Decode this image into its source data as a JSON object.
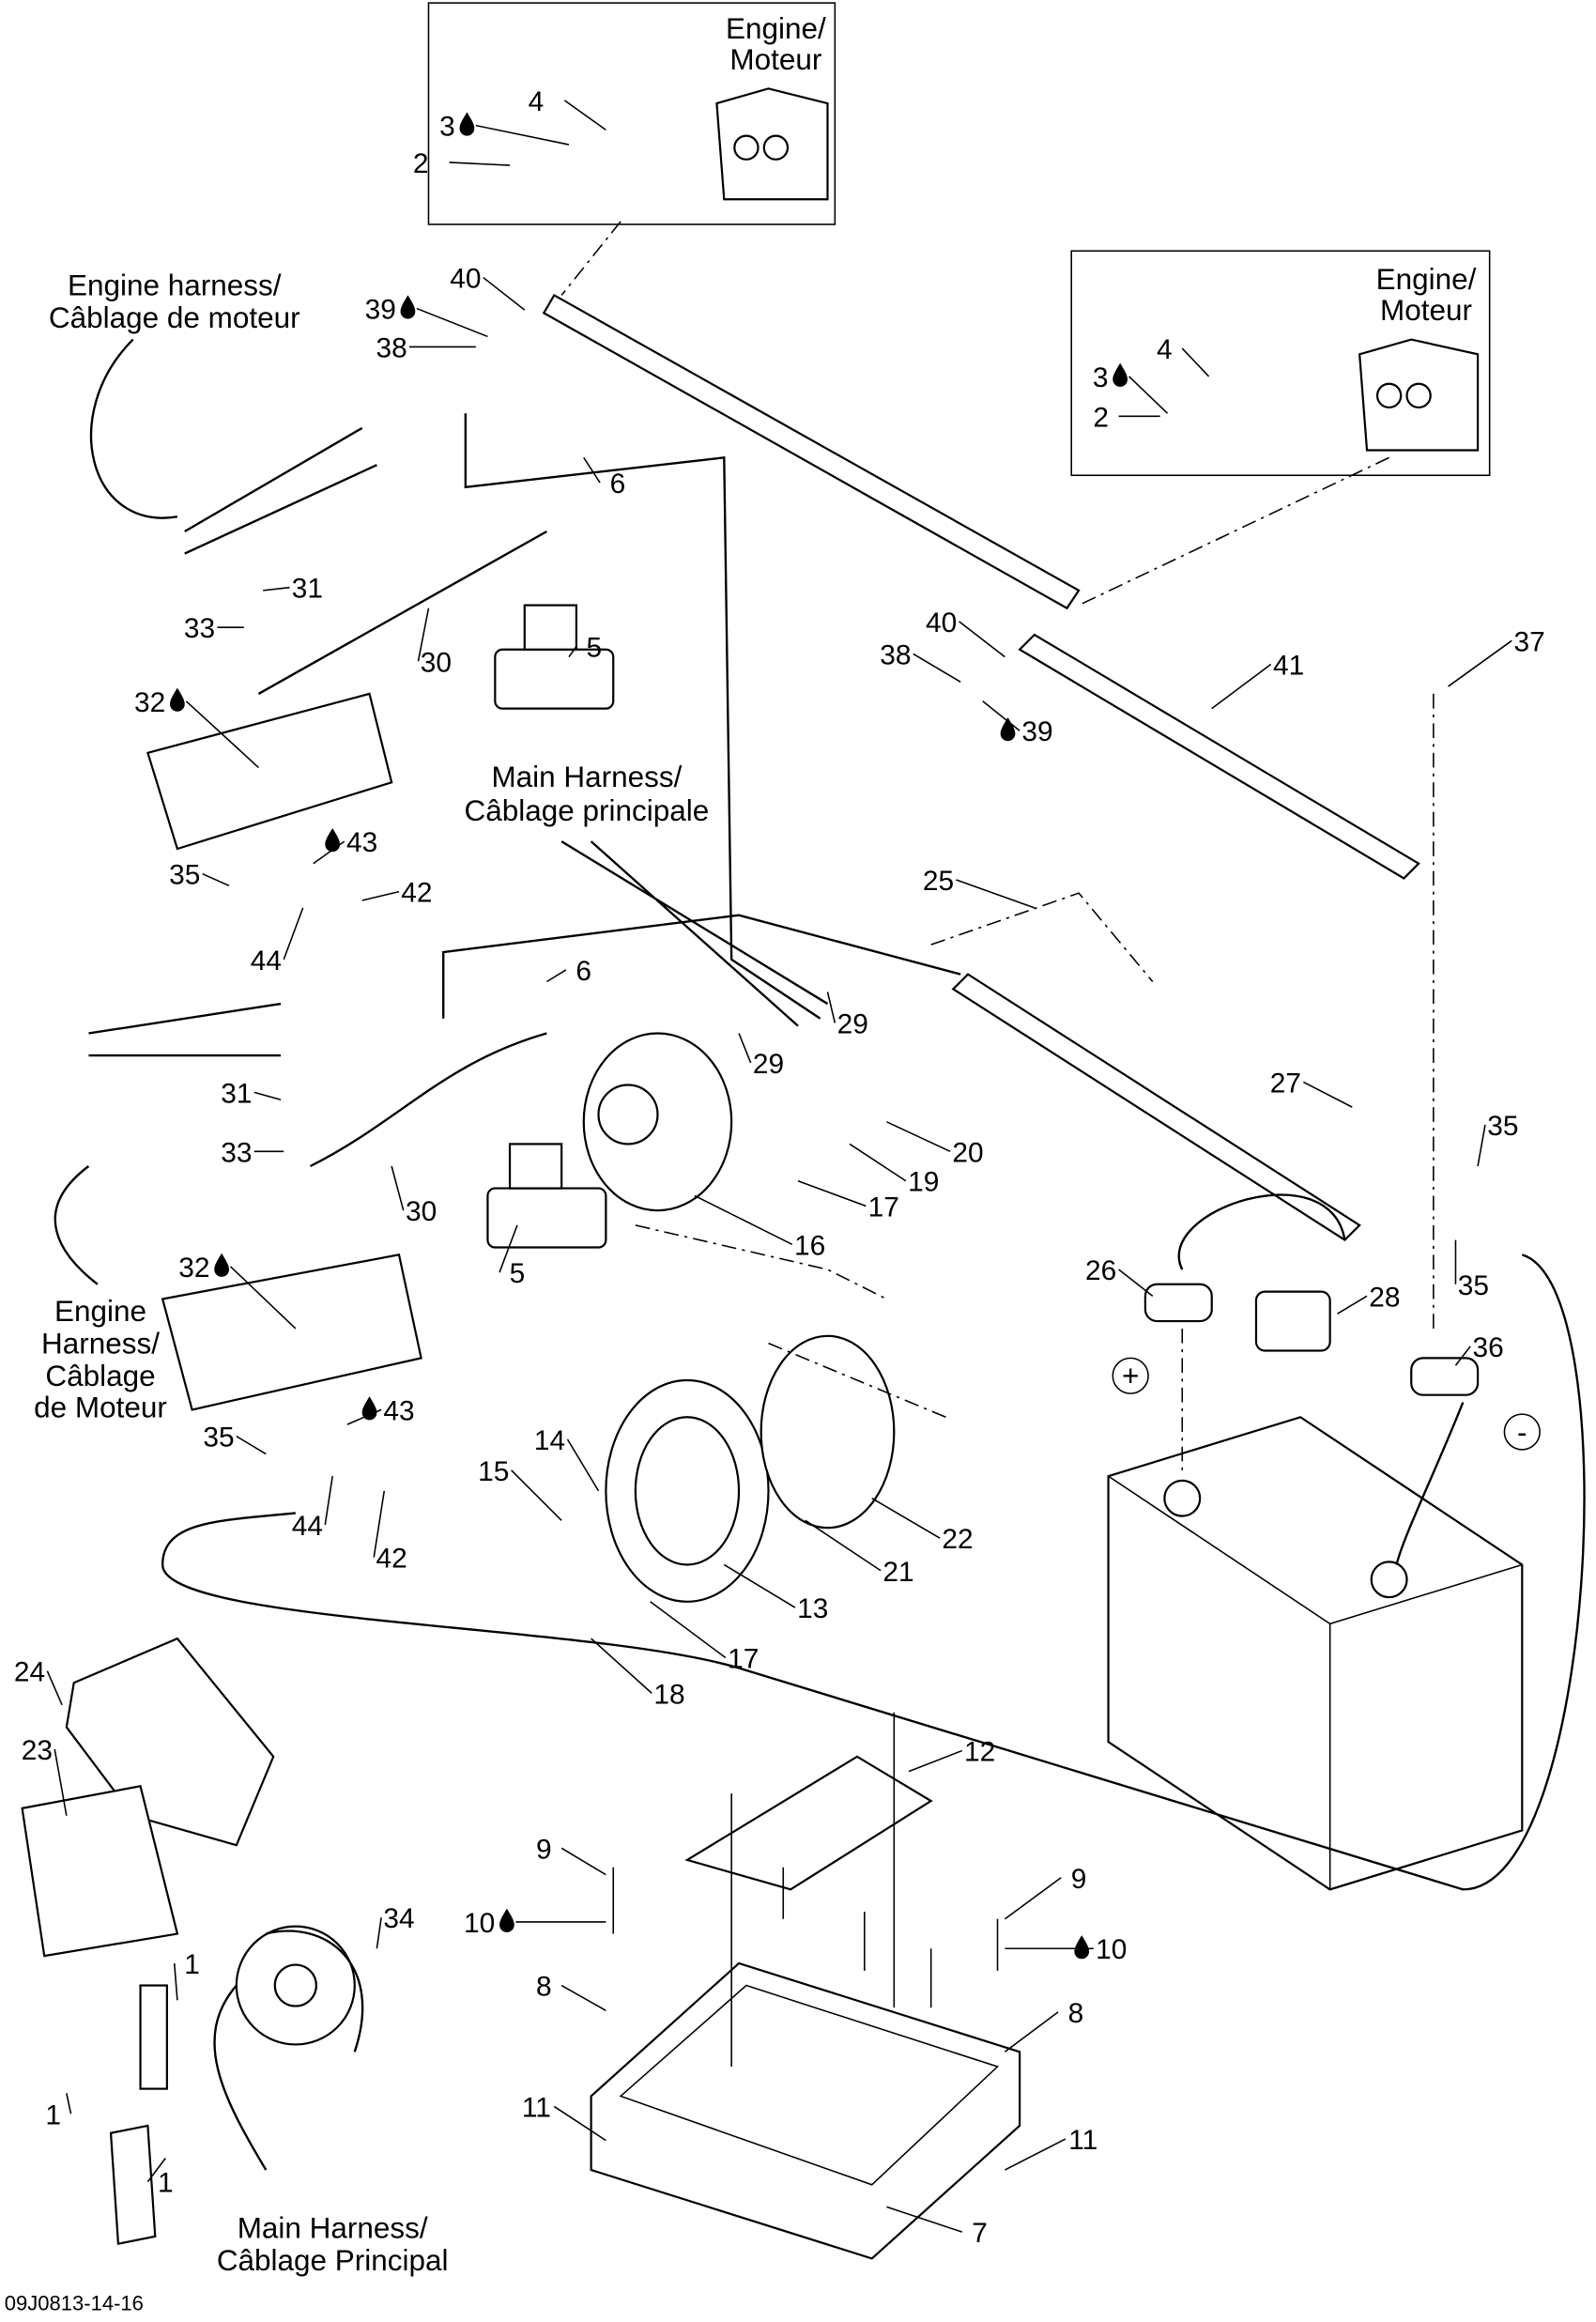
{
  "diagram": {
    "drawing_code": "09J0813-14-16",
    "annotations": {
      "engine_top_1": [
        "Engine/",
        "Moteur"
      ],
      "engine_top_2": [
        "Engine/",
        "Moteur"
      ],
      "engine_harness_top": [
        "Engine harness/",
        "Câblage de moteur"
      ],
      "main_harness_mid": [
        "Main Harness/",
        "Câblage principale"
      ],
      "engine_harness_left": [
        "Engine",
        "Harness/",
        "Câblage",
        "de Moteur"
      ],
      "main_harness_bottom": [
        "Main Harness/",
        "Câblage Principal"
      ],
      "positive_terminal": "+",
      "negative_terminal": "-"
    },
    "callouts": [
      "4",
      "3",
      "2",
      "40",
      "39",
      "38",
      "4",
      "3",
      "2",
      "6",
      "31",
      "33",
      "30",
      "5",
      "32",
      "40",
      "38",
      "39",
      "41",
      "37",
      "43",
      "35",
      "42",
      "44",
      "25",
      "29",
      "29",
      "6",
      "20",
      "19",
      "17",
      "16",
      "27",
      "35",
      "35",
      "31",
      "33",
      "30",
      "5",
      "32",
      "26",
      "28",
      "36",
      "43",
      "35",
      "44",
      "42",
      "15",
      "14",
      "22",
      "21",
      "13",
      "17",
      "18",
      "24",
      "23",
      "12",
      "9",
      "10",
      "9",
      "10",
      "34",
      "1",
      "8",
      "8",
      "1",
      "1",
      "11",
      "11",
      "7"
    ],
    "lubricant_marked_callouts": [
      "3",
      "39",
      "3",
      "39",
      "32",
      "43",
      "32",
      "43",
      "10",
      "10"
    ],
    "icons": {
      "lubricant": "oil-drop-icon",
      "positive": "plus-circle-icon",
      "negative": "minus-circle-icon"
    }
  }
}
